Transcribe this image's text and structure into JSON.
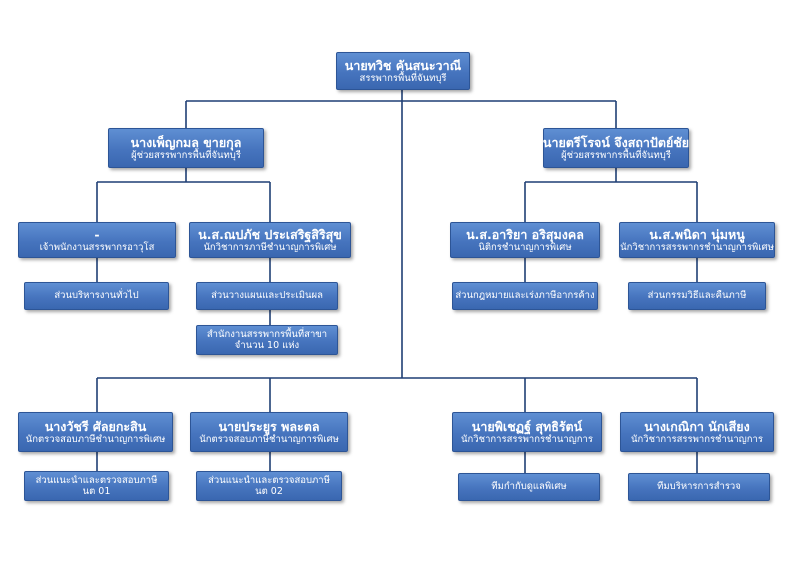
{
  "chart": {
    "top": {
      "name": "นายทวิช คันสนะวาณี",
      "title": "สรรพากรพื้นที่จันทบุรี"
    },
    "asst_left": {
      "name": "นางเพ็ญกมล ขายกุล",
      "title": "ผู้ช่วยสรรพากรพื้นที่จันทบุรี"
    },
    "asst_right": {
      "name": "นายตรีโรจน์ จึงสถาปัตย์ชัย",
      "title": "ผู้ช่วยสรรพากรพื้นที่จันทบุรี"
    },
    "row1": [
      {
        "name": "-",
        "title": "เจ้าพนักงานสรรพากรอาวุโส"
      },
      {
        "name": "น.ส.ณปภัช ประเสริฐสิริสุข",
        "title": "นักวิชาการภาษีชำนาญการพิเศษ"
      },
      {
        "name": "น.ส.อาริยา อริสุมงคล",
        "title": "นิติกรชำนาญการพิเศษ"
      },
      {
        "name": "น.ส.พนิดา นุ่มหนู",
        "title": "นักวิชาการสรรพากรชำนาญการพิเศษ"
      }
    ],
    "row1_units": [
      "ส่วนบริหารงานทั่วไป",
      "ส่วนวางแผนและประเมินผล",
      "ส่วนกฎหมายและเร่งภาษีอากรค้าง",
      "ส่วนกรรมวิธีและคืนภาษี"
    ],
    "branch_unit": {
      "line1": "สำนักงานสรรพากรพื้นที่สาขา",
      "line2": "จำนวน 10 แห่ง"
    },
    "row2": [
      {
        "name": "นางวัชรี ศัลยกะสิน",
        "title": "นักตรวจสอบภาษีชำนาญการพิเศษ"
      },
      {
        "name": "นายประยูร พละตล",
        "title": "นักตรวจสอบภาษีชำนาญการพิเศษ"
      },
      {
        "name": "นายพิเชฏฐ์ สุทธิรัตน์",
        "title": "นักวิชาการสรรพากรชำนาญการ"
      },
      {
        "name": "นางเกณิกา นักเสียง",
        "title": "นักวิชาการสรรพากรชำนาญการ"
      }
    ],
    "row2_units": [
      {
        "line1": "ส่วนแนะนำและตรวจสอบภาษี",
        "line2": "นต 01"
      },
      {
        "line1": "ส่วนแนะนำและตรวจสอบภาษี",
        "line2": "นต 02"
      },
      {
        "line1": "ทีมกำกับดูแลพิเศษ",
        "line2": ""
      },
      {
        "line1": "ทีมบริหารการสำรวจ",
        "line2": ""
      }
    ]
  },
  "colors": {
    "box": "#4674be",
    "line": "#1f3f75"
  }
}
